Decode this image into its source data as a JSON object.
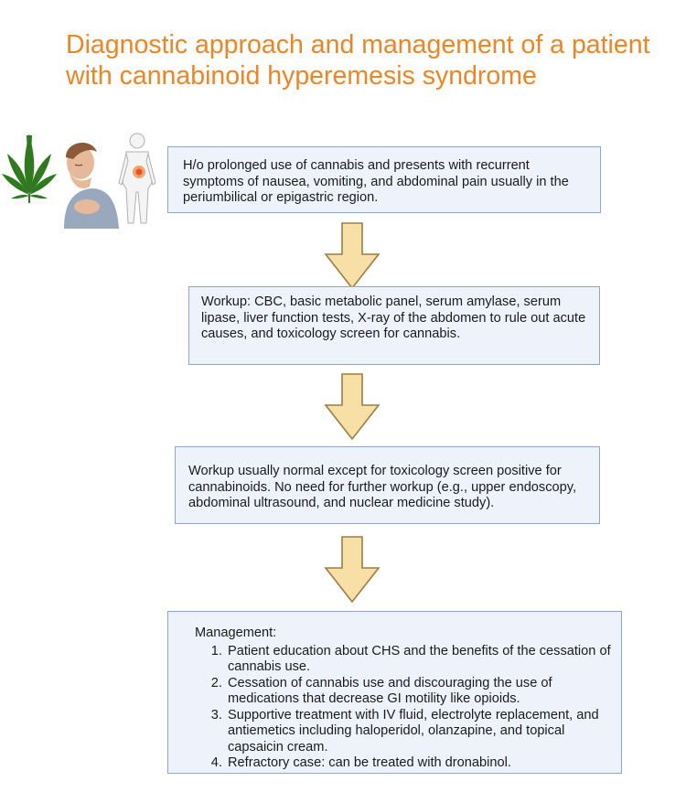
{
  "title": "Diagnostic approach and management of a patient with cannabinoid hyperemesis syndrome",
  "colors": {
    "title": "#e8862a",
    "box_fill": "#eef3fb",
    "box_border": "#8fa6c6",
    "arrow_fill": "#f7dfa6",
    "arrow_stroke": "#9b7e46",
    "leaf": "#2f7a1f"
  },
  "illustration": {
    "icons": [
      "cannabis-leaf-icon",
      "nauseated-patient-icon",
      "abdominal-pain-figure-icon"
    ]
  },
  "steps": {
    "history": "H/o prolonged use of cannabis and presents with recurrent symptoms of nausea, vomiting, and abdominal pain usually in the periumbilical or epigastric region.",
    "workup": "Workup: CBC, basic metabolic panel, serum amylase, serum lipase, liver function tests, X-ray of the abdomen to rule out acute causes, and toxicology screen for cannabis.",
    "results": "Workup usually normal except for toxicology screen positive for cannabinoids. No need for further workup (e.g., upper endoscopy, abdominal ultrasound, and nuclear medicine study).",
    "management": {
      "heading": "Management:",
      "items": [
        "Patient education about CHS and the benefits of the cessation of cannabis use.",
        "Cessation of cannabis use and discouraging the use of medications that decrease GI motility like opioids.",
        "Supportive treatment with IV fluid, electrolyte replacement, and antiemetics including haloperidol, olanzapine, and topical capsaicin cream.",
        "Refractory case: can be treated with dronabinol."
      ]
    }
  }
}
